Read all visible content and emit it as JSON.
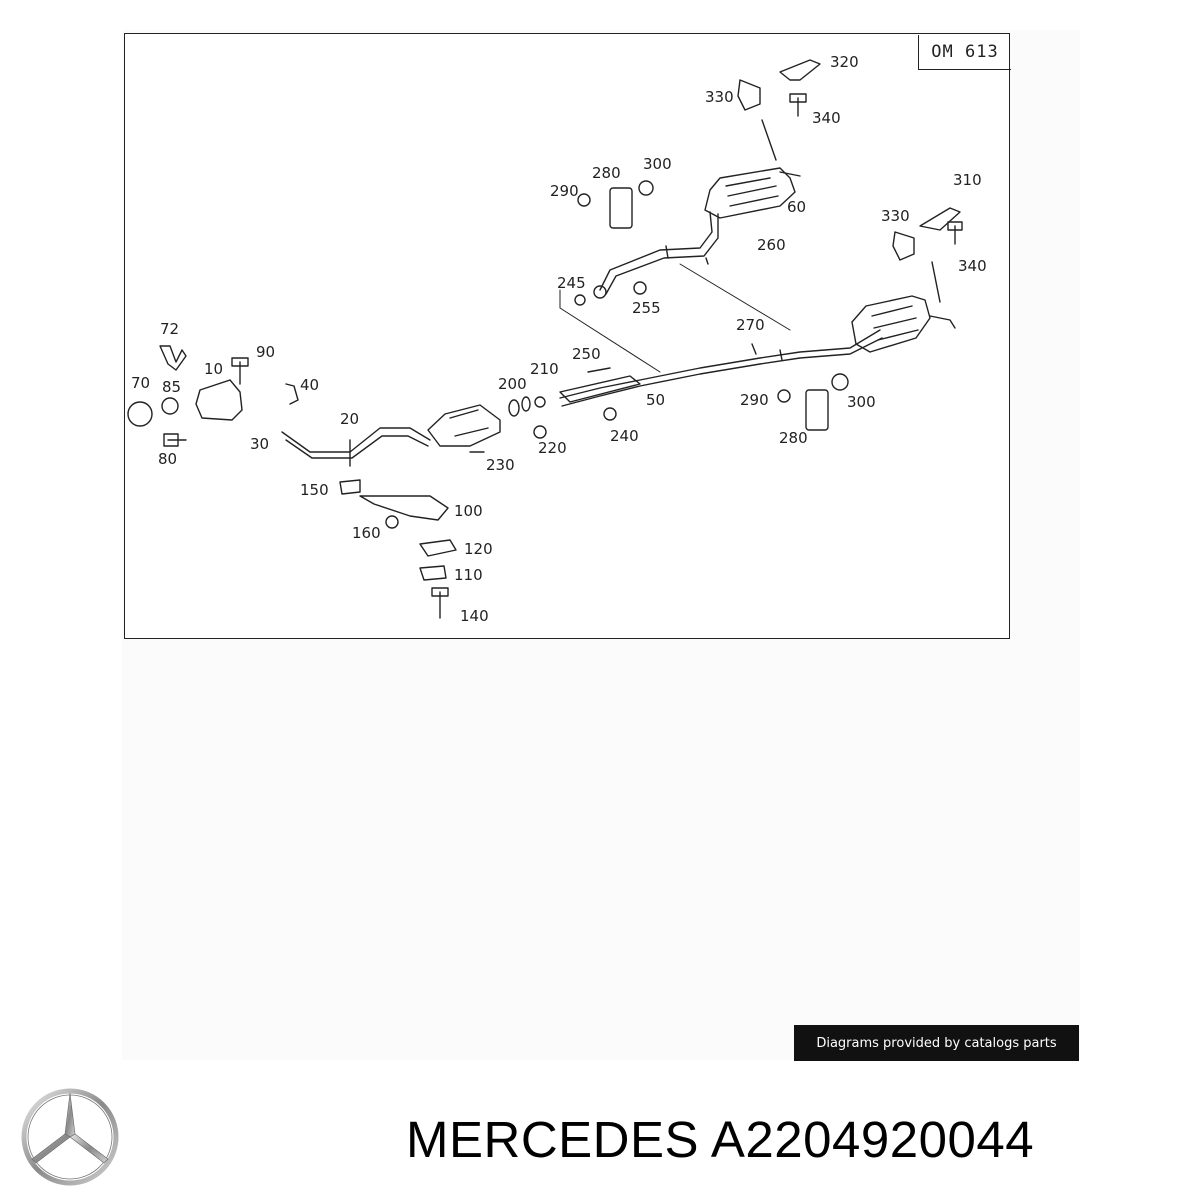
{
  "diagram": {
    "engine_code": "OM 613",
    "part_numbers": [
      "10",
      "20",
      "30",
      "40",
      "50",
      "60",
      "70",
      "72",
      "80",
      "85",
      "90",
      "100",
      "110",
      "120",
      "140",
      "150",
      "160",
      "200",
      "210",
      "220",
      "230",
      "240",
      "245",
      "250",
      "255",
      "260",
      "270",
      "280",
      "290",
      "300",
      "310",
      "320",
      "330",
      "340"
    ]
  },
  "callouts": {
    "p72": "72",
    "p90": "90",
    "p10": "10",
    "p70": "70",
    "p85": "85",
    "p40": "40",
    "p30": "30",
    "p80": "80",
    "p20": "20",
    "p150": "150",
    "p100": "100",
    "p160": "160",
    "p120": "120",
    "p110": "110",
    "p140": "140",
    "p200": "200",
    "p210": "210",
    "p250": "250",
    "p230": "230",
    "p220": "220",
    "p240": "240",
    "p50": "50",
    "p245": "245",
    "p255": "255",
    "p290a": "290",
    "p280a": "280",
    "p300a": "300",
    "p260": "260",
    "p60": "60",
    "p330a": "330",
    "p320": "320",
    "p340a": "340",
    "p330b": "330",
    "p310": "310",
    "p340b": "340",
    "p270": "270",
    "p290b": "290",
    "p300b": "300",
    "p280b": "280"
  },
  "credit": "Diagrams provided by catalogs parts",
  "brand": "MERCEDES",
  "part_number": "A2204920044",
  "brand_logo_icon": "mercedes-star-icon"
}
